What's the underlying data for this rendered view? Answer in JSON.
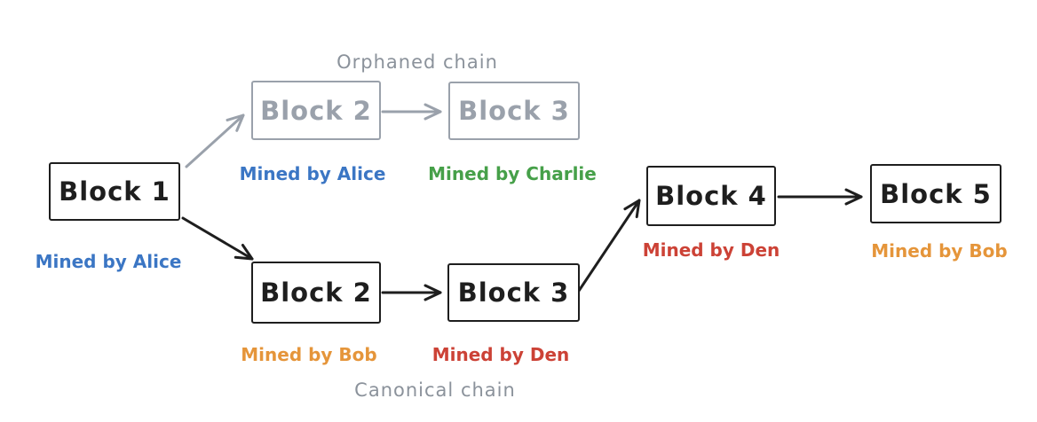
{
  "colors": {
    "black": "#1e1e1e",
    "gray": "#9aa1ab",
    "chain_label_gray": "#8b929b",
    "blue": "#3b76c4",
    "green": "#46a049",
    "orange": "#e5953a",
    "red": "#cc4236"
  },
  "chain_labels": {
    "orphaned": "Orphaned chain",
    "canonical": "Canonical chain"
  },
  "blocks": {
    "block1": {
      "label": "Block 1",
      "miner": "Mined by Alice"
    },
    "orphan_block2": {
      "label": "Block 2",
      "miner": "Mined by Alice"
    },
    "orphan_block3": {
      "label": "Block 3",
      "miner": "Mined by Charlie"
    },
    "canonical_block2": {
      "label": "Block 2",
      "miner": "Mined by Bob"
    },
    "canonical_block3": {
      "label": "Block 3",
      "miner": "Mined by Den"
    },
    "canonical_block4": {
      "label": "Block 4",
      "miner": "Mined by Den"
    },
    "canonical_block5": {
      "label": "Block 5",
      "miner": "Mined by Bob"
    }
  }
}
